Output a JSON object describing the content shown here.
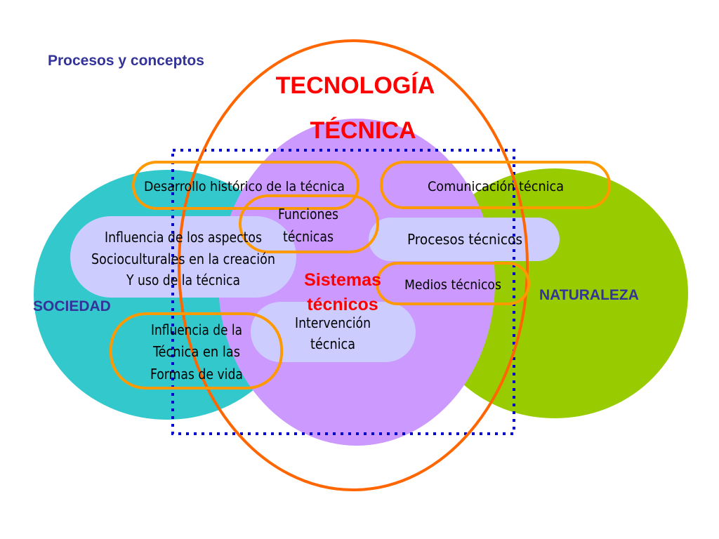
{
  "header": {
    "subtitle": "Procesos y conceptos"
  },
  "titles": {
    "tecnologia": "TECNOLOGÍA",
    "tecnica": "TÉCNICA"
  },
  "regions": {
    "sociedad": "SOCIEDAD",
    "naturaleza": "NATURALEZA"
  },
  "center": {
    "line1": "Sistemas",
    "line2": "técnicos"
  },
  "boxes": {
    "desarrollo": "Desarrollo histórico de la técnica",
    "comunicacion": "Comunicación  técnica",
    "funciones": {
      "line1": "Funciones",
      "line2": "técnicas"
    },
    "influencia_aspectos": {
      "line1": "Influencia de los aspectos",
      "line2": "Socioculturales en la creación",
      "line3": "Y uso de la técnica"
    },
    "procesos": "Procesos  técnicos",
    "medios": "Medios técnicos",
    "intervencion": {
      "line1": "Intervención",
      "line2": "técnica"
    },
    "influencia_tecnica": {
      "line1": "Influencia de la",
      "line2": "Técnica en las",
      "line3": "Formas de vida"
    }
  },
  "colors": {
    "sociedad_fill": "#33c9cc",
    "naturaleza_fill": "#99cc00",
    "tecnica_fill": "#cc99ff",
    "tecnologia_stroke": "#ff6600",
    "highlight_stroke": "#ff9900",
    "dotted_stroke": "#0000cc",
    "pill_fill": "#ccccff",
    "title_red": "#ff0000",
    "label_blue": "#333399"
  }
}
